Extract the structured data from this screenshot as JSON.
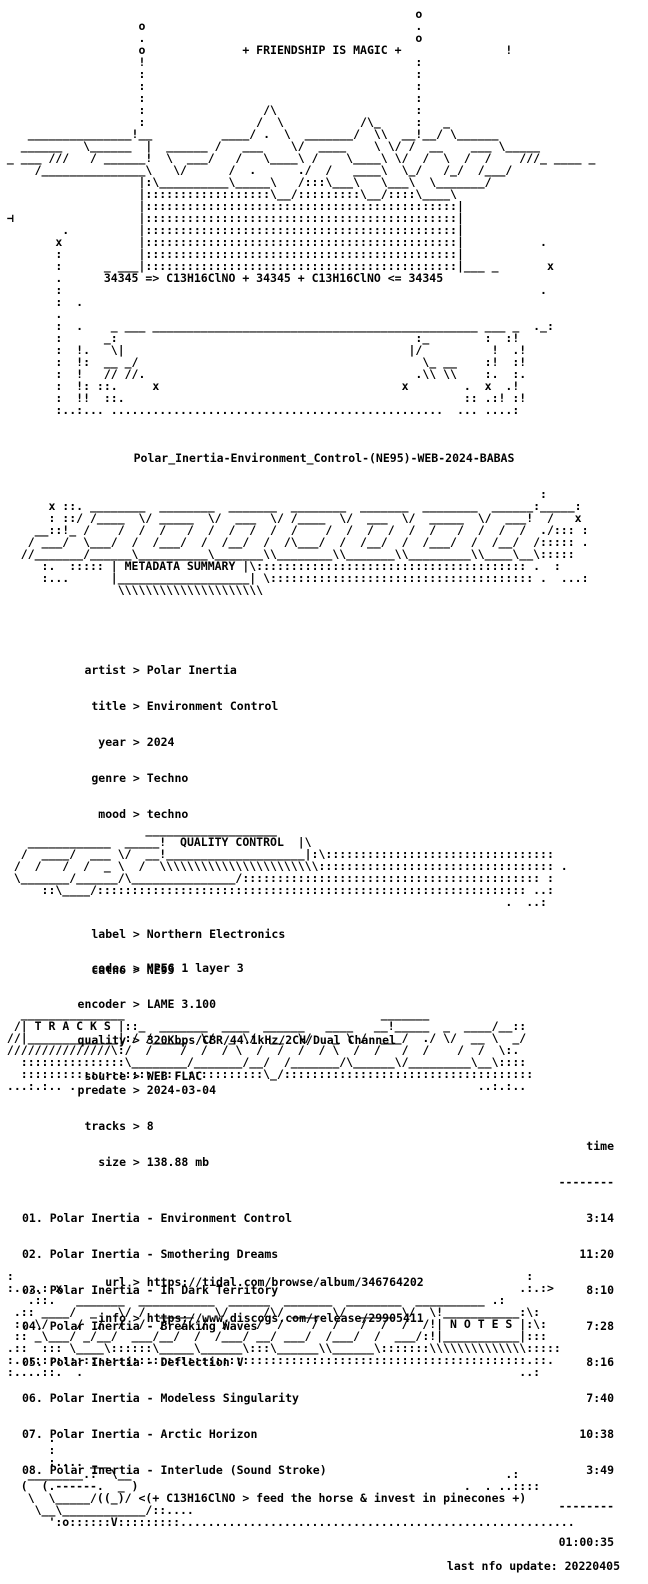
{
  "header": {
    "slogan": "+ FRIENDSHIP IS MAGIC +",
    "formula": "34345 => C13H16ClNO + 34345 + C13H16ClNO <= 34345"
  },
  "release": {
    "name": "Polar_Inertia-Environment_Control-(NE95)-WEB-2024-BABAS"
  },
  "sections": {
    "metadata": "METADATA SUMMARY",
    "quality": "QUALITY CONTROL",
    "tracks": "T R A C K S",
    "notes": "N O T E S"
  },
  "metadata": {
    "group1": [
      {
        "key": "artist",
        "value": "Polar Inertia"
      },
      {
        "key": "title",
        "value": "Environment Control"
      },
      {
        "key": "year",
        "value": "2024"
      },
      {
        "key": "genre",
        "value": "Techno"
      },
      {
        "key": "mood",
        "value": "techno"
      }
    ],
    "group2": [
      {
        "key": "label",
        "value": "Northern Electronics"
      },
      {
        "key": "catno",
        "value": "NE95"
      }
    ],
    "group3": [
      {
        "key": "predate",
        "value": "2024-03-04"
      },
      {
        "key": "tracks",
        "value": "8"
      },
      {
        "key": "size",
        "value": "138.88 mb"
      }
    ],
    "group4": [
      {
        "key": "url",
        "value": "https://tidal.com/browse/album/346764202"
      },
      {
        "key": "info",
        "value": "https://www.discogs.com/release/29905411"
      }
    ]
  },
  "quality": [
    {
      "key": "codec",
      "value": "MPEG 1 layer 3"
    },
    {
      "key": "encoder",
      "value": "LAME 3.100"
    },
    {
      "key": "quality",
      "value": "320Kbps/CBR/44.1kHz/2CH/Dual Channel"
    },
    {
      "key": "source",
      "value": "WEB FLAC"
    }
  ],
  "tracklist": {
    "time_header": "time",
    "underline": "--------",
    "total_rule": "--------",
    "total": "01:00:35",
    "items": [
      {
        "name": "01. Polar Inertia - Environment Control",
        "time": "3:14"
      },
      {
        "name": "02. Polar Inertia - Smothering Dreams",
        "time": "11:20"
      },
      {
        "name": "03. Polar Inertia - In Dark Territory",
        "time": "8:10"
      },
      {
        "name": "04. Polar Inertia - Breaking Waves",
        "time": "7:28"
      },
      {
        "name": "05. Polar Inertia - Deflection V",
        "time": "8:16"
      },
      {
        "name": "06. Polar Inertia - Modeless Singularity",
        "time": "7:40"
      },
      {
        "name": "07. Polar Inertia - Arctic Horizon",
        "time": "10:38"
      },
      {
        "name": "08. Polar Inertia - Interlude (Sound Stroke)",
        "time": "3:49"
      }
    ]
  },
  "footer": {
    "tagline": "<(+ C13H16ClNO > feed the horse & invest in pinecones +)",
    "update": "last nfo update: 20220405"
  }
}
